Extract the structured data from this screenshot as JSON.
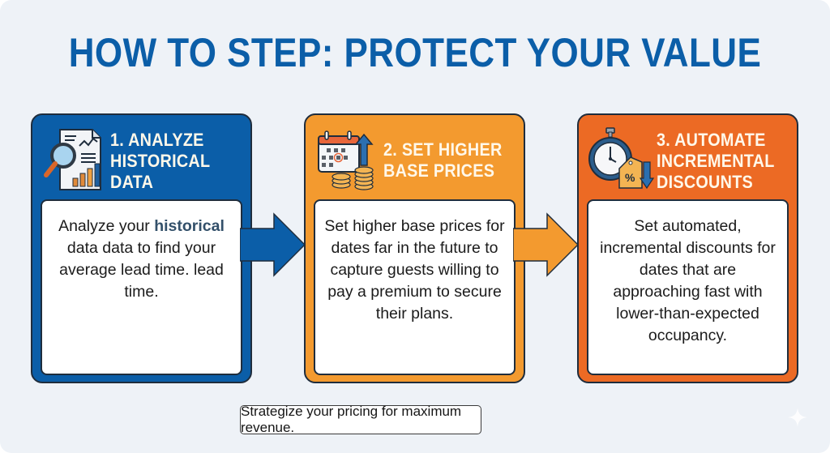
{
  "title": "HOW TO STEP: PROTECT YOUR VALUE",
  "colors": {
    "background": "#eef2f7",
    "title": "#0b5ea8",
    "step1": "#0b5ea8",
    "step2": "#f39a2f",
    "step3": "#ec6a24",
    "highlight_text": "#33506a"
  },
  "steps": [
    {
      "number": "1.",
      "heading_lines": [
        "1. ANALYZE",
        "HISTORICAL",
        "DATA"
      ],
      "icon": "report-magnifier-chart-icon",
      "body_prefix": "Analyze your",
      "body_highlight": "historical",
      "body_suffix": "data data to find your average lead time. lead time."
    },
    {
      "number": "2.",
      "heading_lines": [
        "2. SET HIGHER",
        "BASE PRICES"
      ],
      "icon": "calendar-coins-up-arrow-icon",
      "body": "Set higher base prices for dates far in the future to capture guests willing to pay a premium to secure their plans."
    },
    {
      "number": "3.",
      "heading_lines": [
        "3. AUTOMATE",
        "INCREMENTAL",
        "DISCOUNTS"
      ],
      "icon": "stopwatch-discount-tag-icon",
      "body": "Set automated, incremental discounts for dates that are approaching fast with lower-than-expected occupancy."
    }
  ],
  "tagline": "Strategize your pricing for maximum revenue."
}
